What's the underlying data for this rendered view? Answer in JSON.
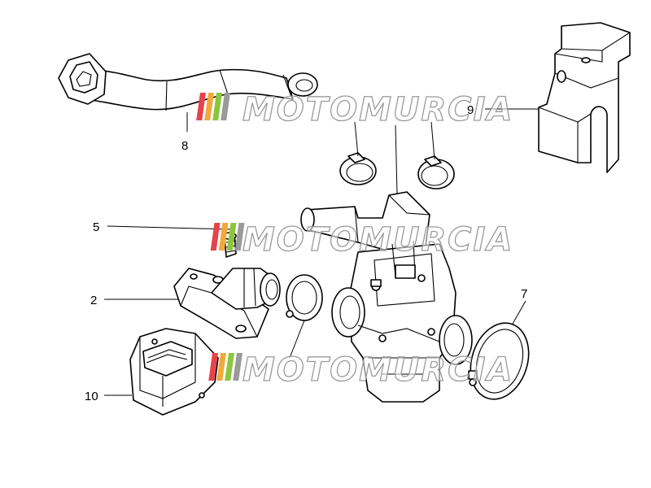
{
  "watermark": {
    "text": "MOTOMURCIA",
    "stripe_colors": [
      "#e8434a",
      "#f2a93b",
      "#8cc63f",
      "#9a9a9a"
    ]
  },
  "callouts": [
    {
      "id": "2",
      "label": "2"
    },
    {
      "id": "5",
      "label": "5"
    },
    {
      "id": "7",
      "label": "7"
    },
    {
      "id": "8",
      "label": "8"
    },
    {
      "id": "9",
      "label": "9"
    },
    {
      "id": "10",
      "label": "10"
    }
  ]
}
